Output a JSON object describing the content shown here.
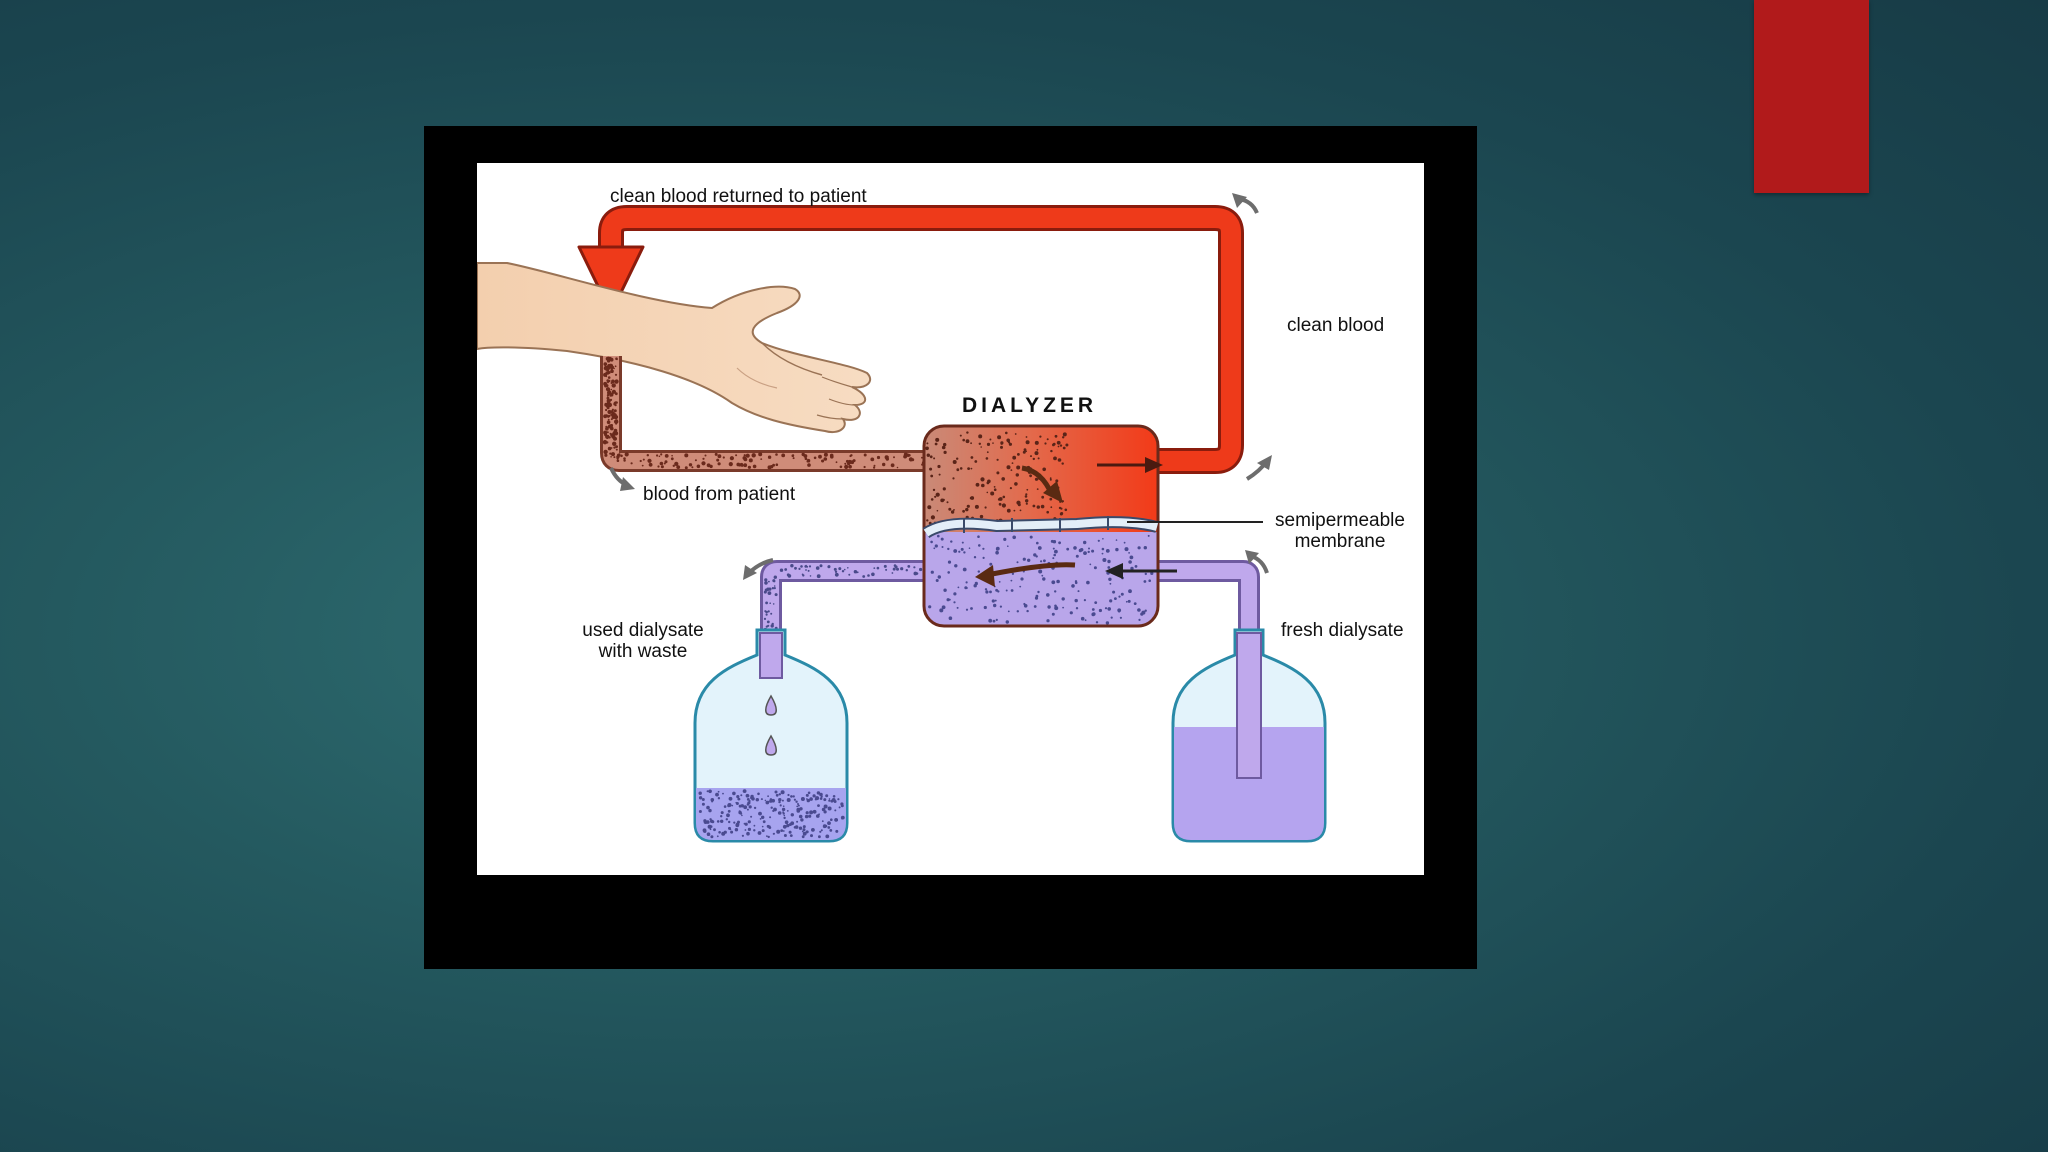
{
  "slide": {
    "accent_color": "#b11a1b",
    "background_color": "#24595f"
  },
  "diagram": {
    "labels": {
      "clean_blood_returned": "clean blood returned to patient",
      "clean_blood": "clean blood",
      "dialyzer": "DIALYZER",
      "blood_from_patient": "blood from patient",
      "semipermeable_line1": "semipermeable",
      "semipermeable_line2": "membrane",
      "used_dialysate_line1": "used dialysate",
      "used_dialysate_line2": "with waste",
      "fresh_dialysate": "fresh dialysate"
    },
    "colors": {
      "clean_blood": "#e83a1c",
      "dirty_blood": "#c98a78",
      "dialysate": "#b9a6ea",
      "membrane": "#dbe9f4"
    }
  }
}
